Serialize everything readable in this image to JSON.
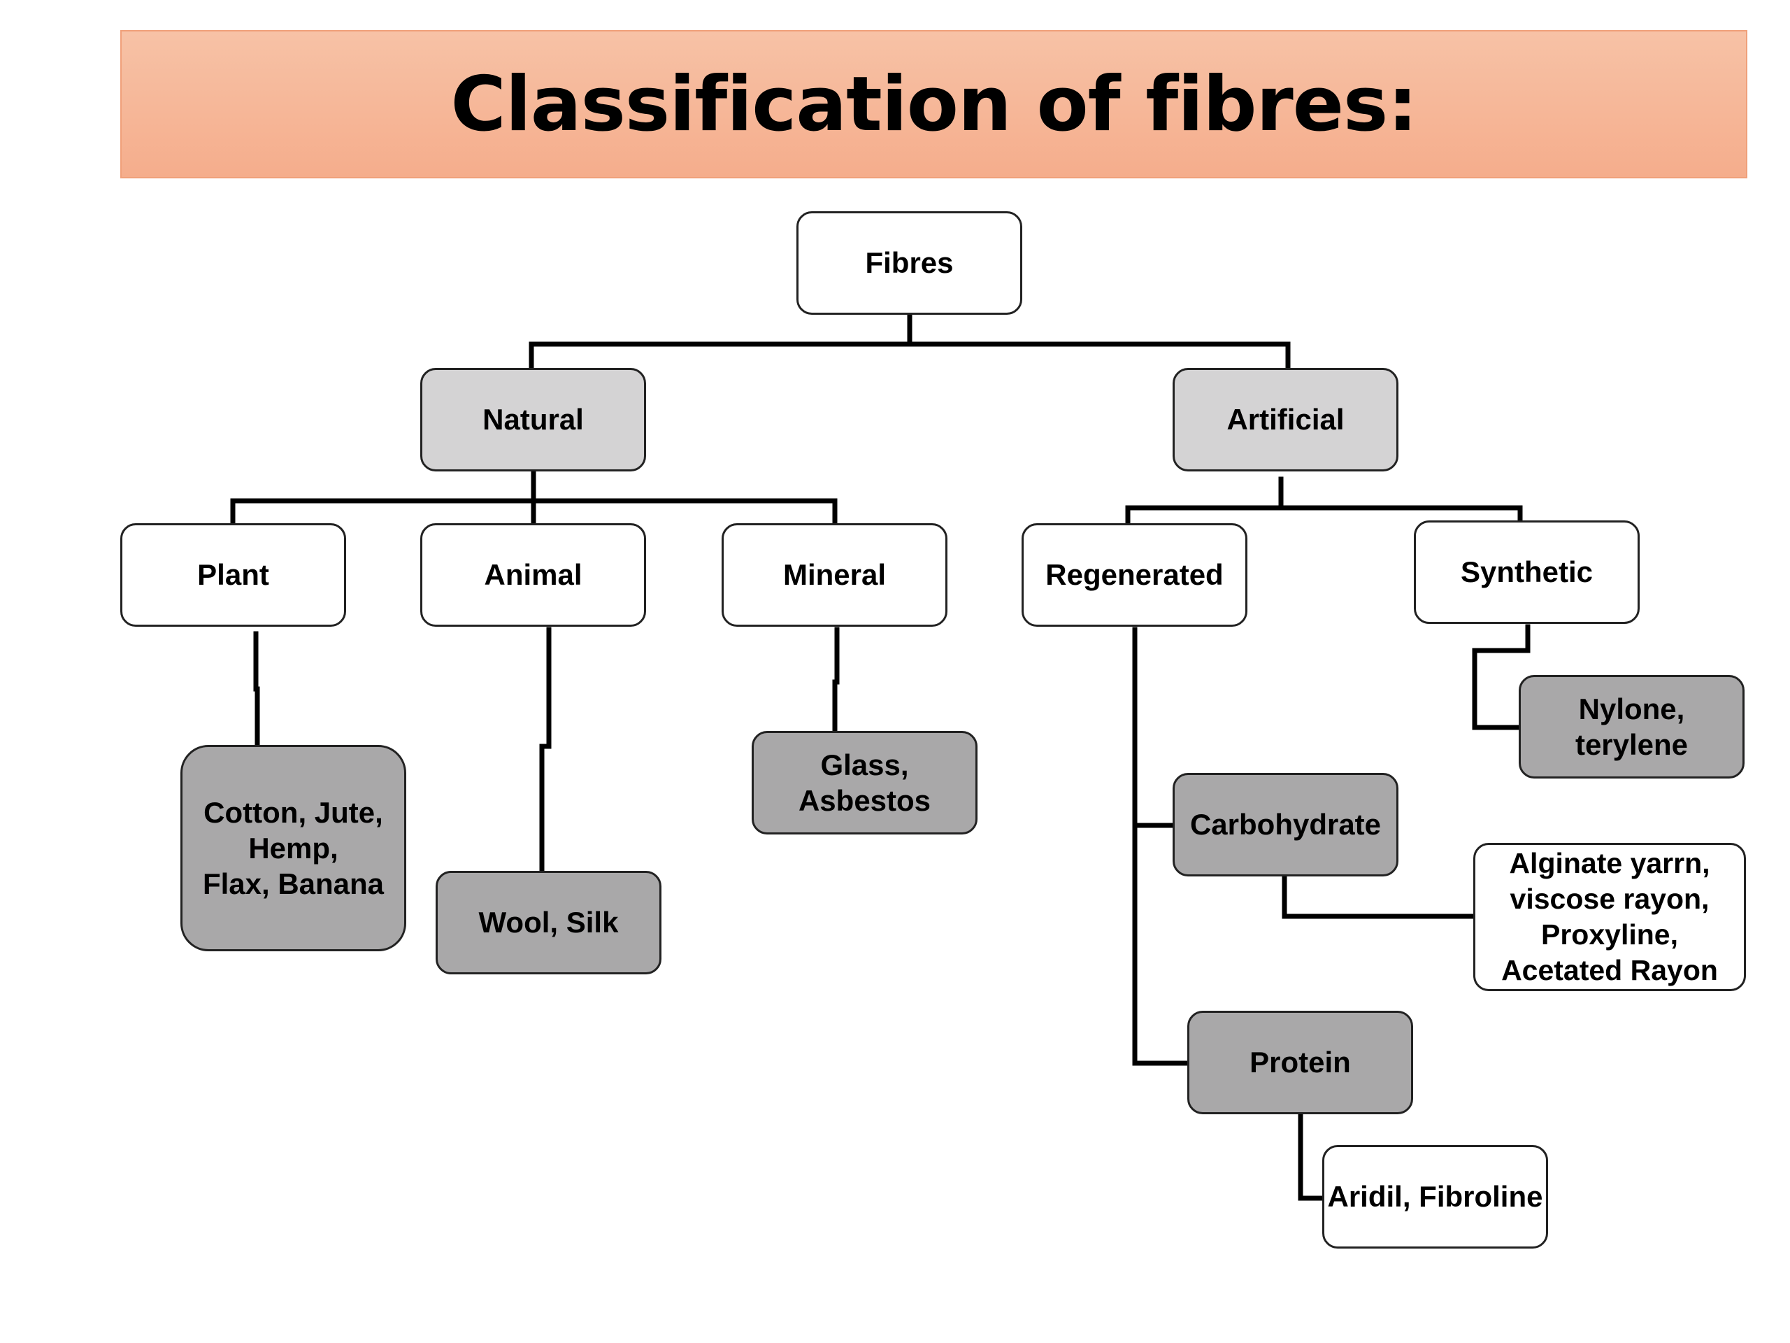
{
  "title": "Classification of fibres:",
  "colors": {
    "banner_top": "#f7c2a6",
    "banner_bottom": "#f5ad8c",
    "node_white": "#ffffff",
    "node_light_gray": "#d4d3d4",
    "node_dark_gray": "#a9a8a9",
    "line": "#000000"
  },
  "nodes": {
    "fibres": "Fibres",
    "natural": "Natural",
    "artificial": "Artificial",
    "plant": "Plant",
    "animal": "Animal",
    "mineral": "Mineral",
    "regenerated": "Regenerated",
    "synthetic": "Synthetic",
    "plant_examples": "Cotton, Jute,\nHemp,\nFlax, Banana",
    "animal_examples": "Wool, Silk",
    "mineral_examples": "Glass,\nAsbestos",
    "synthetic_examples": "Nylone,\nterylene",
    "carbohydrate": "Carbohydrate",
    "carbohydrate_examples": "Alginate yarrn,\nviscose rayon,\nProxyline,\nAcetated Rayon",
    "protein": "Protein",
    "protein_examples": "Aridil, Fibroline"
  }
}
